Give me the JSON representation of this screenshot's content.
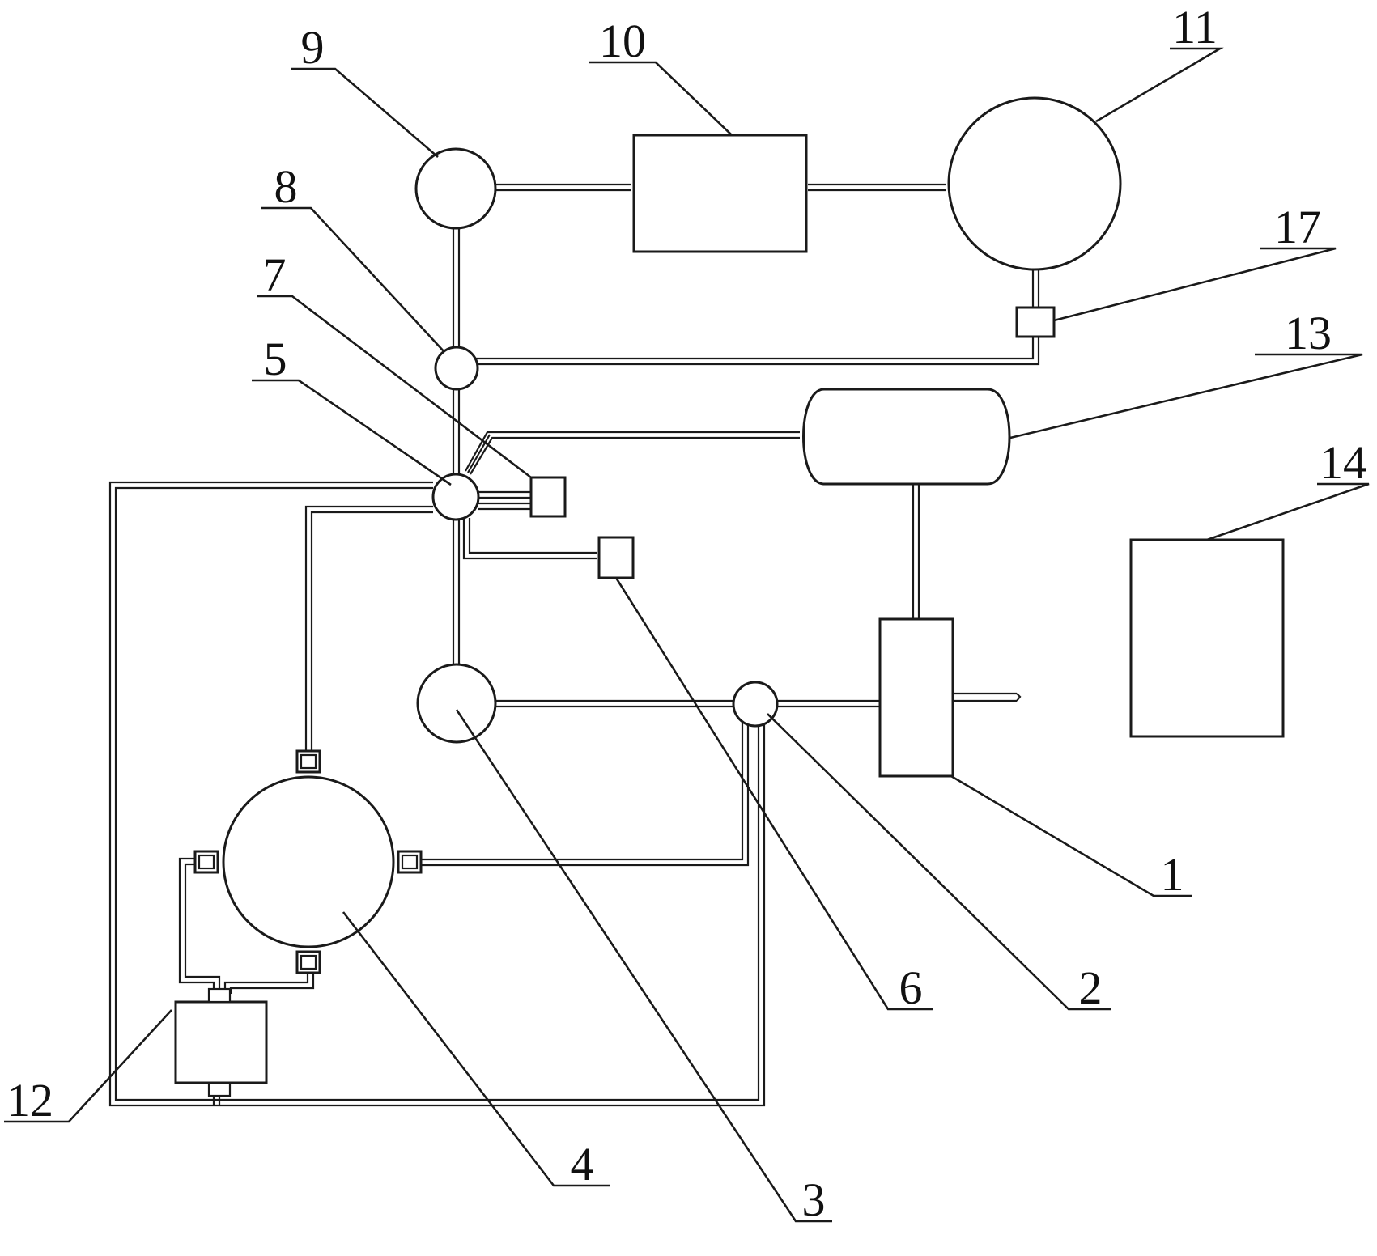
{
  "diagram": {
    "labels": {
      "l1": "1",
      "l2": "2",
      "l3": "3",
      "l4": "4",
      "l5": "5",
      "l6": "6",
      "l7": "7",
      "l8": "8",
      "l9": "9",
      "l10": "10",
      "l11": "11",
      "l12": "12",
      "l13": "13",
      "l14": "14",
      "l17": "17"
    }
  }
}
